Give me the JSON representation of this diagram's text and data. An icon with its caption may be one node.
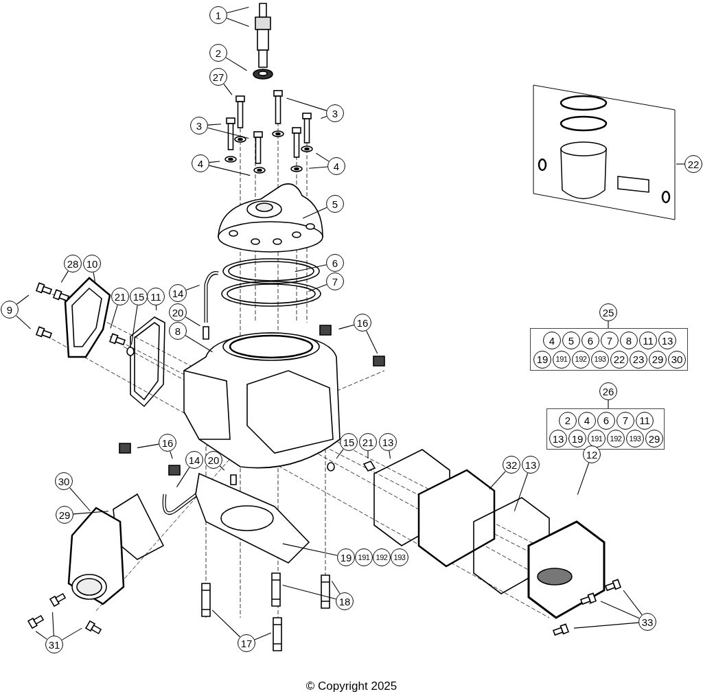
{
  "diagram": {
    "caption": "© Copyright 2025",
    "nodes": [
      {
        "text": [
          "1"
        ]
      },
      {
        "text": [
          "2"
        ]
      },
      {
        "text": [
          "27"
        ]
      },
      {
        "text": [
          "3"
        ]
      },
      {
        "text": [
          "3"
        ]
      },
      {
        "text": [
          "4"
        ]
      },
      {
        "text": [
          "4"
        ]
      },
      {
        "text": [
          "5"
        ]
      },
      {
        "text": [],
        "shape": "box"
      },
      {
        "text": [
          "22"
        ]
      },
      {
        "text": [
          "6"
        ]
      },
      {
        "text": [
          "7"
        ]
      },
      {
        "text": [
          "28"
        ]
      },
      {
        "text": [
          "10"
        ]
      },
      {
        "text": [
          "9"
        ]
      },
      {
        "text": [
          "14"
        ]
      },
      {
        "text": [
          "21"
        ]
      },
      {
        "text": [
          "15"
        ]
      },
      {
        "text": [
          "11"
        ]
      },
      {
        "text": [
          "20"
        ]
      },
      {
        "text": [
          "8"
        ]
      },
      {
        "text": [
          "16"
        ]
      },
      {
        "text": [
          "25"
        ]
      },
      {
        "text": [],
        "shape": "box"
      },
      {
        "text": [
          "4"
        ],
        "in": 23
      },
      {
        "text": [
          "5"
        ],
        "in": 23
      },
      {
        "text": [
          "6"
        ],
        "in": 23
      },
      {
        "text": [
          "7"
        ],
        "in": 23
      },
      {
        "text": [
          "8"
        ],
        "in": 23
      },
      {
        "text": [
          "11"
        ],
        "in": 23
      },
      {
        "text": [
          "13"
        ],
        "in": 23
      },
      {
        "text": [
          "19"
        ],
        "in": 23
      },
      {
        "text": [
          "191"
        ],
        "in": 23
      },
      {
        "text": [
          "192"
        ],
        "in": 23
      },
      {
        "text": [
          "193"
        ],
        "in": 23
      },
      {
        "text": [
          "22"
        ],
        "in": 23
      },
      {
        "text": [
          "23"
        ],
        "in": 23
      },
      {
        "text": [
          "29"
        ],
        "in": 23
      },
      {
        "text": [
          "30"
        ],
        "in": 23
      },
      {
        "text": [
          "26"
        ]
      },
      {
        "text": [],
        "shape": "box"
      },
      {
        "text": [
          "2"
        ],
        "in": 40
      },
      {
        "text": [
          "4"
        ],
        "in": 40
      },
      {
        "text": [
          "6"
        ],
        "in": 40
      },
      {
        "text": [
          "7"
        ],
        "in": 40
      },
      {
        "text": [
          "11"
        ],
        "in": 40
      },
      {
        "text": [
          "13"
        ],
        "in": 40
      },
      {
        "text": [
          "19"
        ],
        "in": 40
      },
      {
        "text": [
          "191"
        ],
        "in": 40
      },
      {
        "text": [
          "192"
        ],
        "in": 40
      },
      {
        "text": [
          "193"
        ],
        "in": 40
      },
      {
        "text": [
          "29"
        ],
        "in": 40
      },
      {
        "text": [
          "16"
        ]
      },
      {
        "text": [
          "15"
        ]
      },
      {
        "text": [
          "21"
        ]
      },
      {
        "text": [
          "13"
        ]
      },
      {
        "text": [
          "14"
        ]
      },
      {
        "text": [
          "20"
        ]
      },
      {
        "text": [
          "29"
        ]
      },
      {
        "text": [
          "32"
        ]
      },
      {
        "text": [
          "13"
        ]
      },
      {
        "text": [
          "12"
        ]
      },
      {
        "text": [
          "30"
        ]
      },
      {
        "text": [
          "19"
        ]
      },
      {
        "text": [
          "191"
        ]
      },
      {
        "text": [
          "192"
        ]
      },
      {
        "text": [
          "193"
        ]
      },
      {
        "text": [
          "18"
        ]
      },
      {
        "text": [
          "33"
        ]
      },
      {
        "text": [
          "31"
        ]
      },
      {
        "text": [
          "17"
        ]
      }
    ],
    "edges": [
      {
        "from": 0,
        "to": null,
        "arrow": "none"
      },
      {
        "from": 0,
        "to": null,
        "arrow": "none"
      },
      {
        "from": 1,
        "to": null,
        "arrow": "none"
      },
      {
        "from": 2,
        "to": null,
        "arrow": "none"
      },
      {
        "from": 3,
        "to": null,
        "arrow": "none"
      },
      {
        "from": 3,
        "to": null,
        "arrow": "none"
      },
      {
        "from": 4,
        "to": null,
        "arrow": "none"
      },
      {
        "from": 4,
        "to": null,
        "arrow": "none"
      },
      {
        "from": 5,
        "to": null,
        "arrow": "none"
      },
      {
        "from": 5,
        "to": null,
        "arrow": "none"
      },
      {
        "from": 6,
        "to": null,
        "arrow": "none"
      },
      {
        "from": 6,
        "to": null,
        "arrow": "none"
      },
      {
        "from": 7,
        "to": null,
        "arrow": "none"
      },
      {
        "from": 9,
        "to": 8,
        "arrow": "none"
      },
      {
        "from": 10,
        "to": null,
        "arrow": "none"
      },
      {
        "from": 11,
        "to": null,
        "arrow": "none"
      },
      {
        "from": 12,
        "to": null,
        "arrow": "none"
      },
      {
        "from": 13,
        "to": null,
        "arrow": "none"
      },
      {
        "from": 14,
        "to": null,
        "arrow": "none"
      },
      {
        "from": 14,
        "to": null,
        "arrow": "none"
      },
      {
        "from": 15,
        "to": null,
        "arrow": "none"
      },
      {
        "from": 16,
        "to": null,
        "arrow": "none"
      },
      {
        "from": 17,
        "to": null,
        "arrow": "none"
      },
      {
        "from": 18,
        "to": null,
        "arrow": "none"
      },
      {
        "from": 19,
        "to": null,
        "arrow": "none"
      },
      {
        "from": 20,
        "to": null,
        "arrow": "none"
      },
      {
        "from": 21,
        "to": null,
        "arrow": "none"
      },
      {
        "from": 21,
        "to": null,
        "arrow": "none"
      },
      {
        "from": 22,
        "to": 23,
        "arrow": "none"
      },
      {
        "from": 39,
        "to": 40,
        "arrow": "none"
      },
      {
        "from": 52,
        "to": null,
        "arrow": "none"
      },
      {
        "from": 52,
        "to": null,
        "arrow": "none"
      },
      {
        "from": 53,
        "to": null,
        "arrow": "none"
      },
      {
        "from": 54,
        "to": null,
        "arrow": "none"
      },
      {
        "from": 55,
        "to": null,
        "arrow": "none"
      },
      {
        "from": 56,
        "to": null,
        "arrow": "none"
      },
      {
        "from": 57,
        "to": null,
        "arrow": "none"
      },
      {
        "from": 58,
        "to": null,
        "arrow": "none"
      },
      {
        "from": 59,
        "to": null,
        "arrow": "none"
      },
      {
        "from": 60,
        "to": null,
        "arrow": "none"
      },
      {
        "from": 61,
        "to": null,
        "arrow": "none"
      },
      {
        "from": 62,
        "to": null,
        "arrow": "none"
      },
      {
        "from": 63,
        "to": null,
        "arrow": "none"
      },
      {
        "from": 67,
        "to": null,
        "arrow": "none"
      },
      {
        "from": 67,
        "to": null,
        "arrow": "none"
      },
      {
        "from": 68,
        "to": null,
        "arrow": "none"
      },
      {
        "from": 68,
        "to": null,
        "arrow": "none"
      },
      {
        "from": 68,
        "to": null,
        "arrow": "none"
      },
      {
        "from": 69,
        "to": null,
        "arrow": "none"
      },
      {
        "from": 69,
        "to": null,
        "arrow": "none"
      },
      {
        "from": 69,
        "to": null,
        "arrow": "none"
      },
      {
        "from": 70,
        "to": null,
        "arrow": "none"
      },
      {
        "from": 70,
        "to": null,
        "arrow": "none"
      }
    ]
  }
}
